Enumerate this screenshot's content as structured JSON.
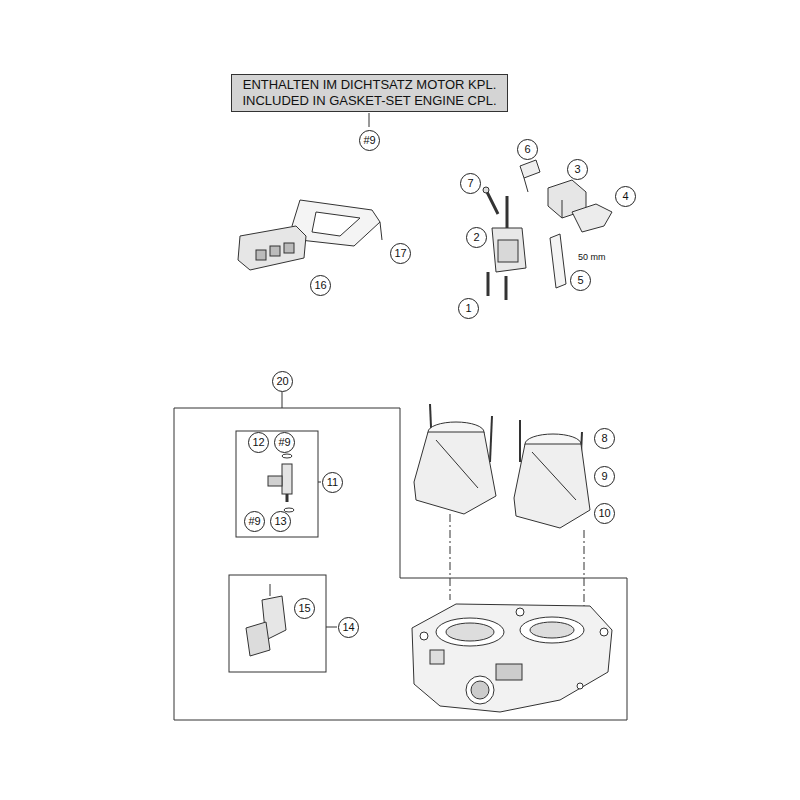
{
  "diagram": {
    "nodes": [
      {
        "text": [
          "ENTHALTEN IM DICHTSATZ MOTOR KPL.",
          "INCLUDED IN GASKET-SET ENGINE CPL."
        ]
      }
    ],
    "labels": [
      "#9",
      "6",
      "3",
      "7",
      "4",
      "2",
      "50 mm",
      "5",
      "1",
      "17",
      "16",
      "20",
      "12",
      "#9",
      "11",
      "#9",
      "13",
      "8",
      "9",
      "10",
      "15",
      "14"
    ]
  }
}
